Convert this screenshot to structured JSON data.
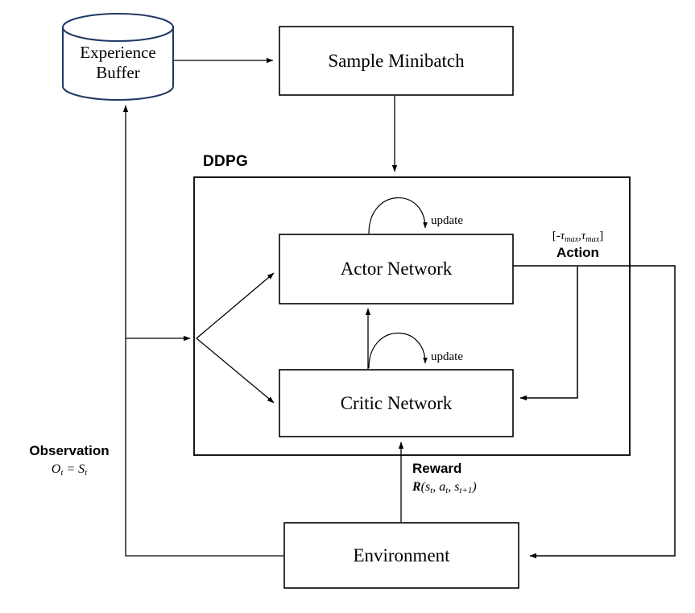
{
  "diagram": {
    "title": "DDPG",
    "nodes": {
      "experience_buffer": "Experience\nBuffer",
      "experience_buffer_line1": "Experience",
      "experience_buffer_line2": "Buffer",
      "sample_minibatch": "Sample Minibatch",
      "actor_network": "Actor Network",
      "critic_network": "Critic Network",
      "environment": "Environment"
    },
    "edge_labels": {
      "update_actor": "update",
      "update_critic": "update",
      "action": "Action",
      "action_range_prefix": "[-",
      "action_range_tau": "τ",
      "action_range_sub": "max",
      "observation": "Observation",
      "reward": "Reward"
    },
    "formulas": {
      "action_range": "[-τmax,τmax]",
      "observation": "Ot = St",
      "observation_O": "O",
      "observation_eq": "=",
      "observation_S": "S",
      "observation_sub": "t",
      "reward_R": "R",
      "reward_args_open": "(",
      "reward_s": "s",
      "reward_a": "a",
      "reward_sub_t": "t",
      "reward_sub_t1": "t+1",
      "reward_comma": ",",
      "reward_args_close": ")"
    },
    "colors": {
      "cylinder_stroke": "#1f3864",
      "line": "#000000",
      "background": "#ffffff",
      "text": "#000000"
    }
  }
}
